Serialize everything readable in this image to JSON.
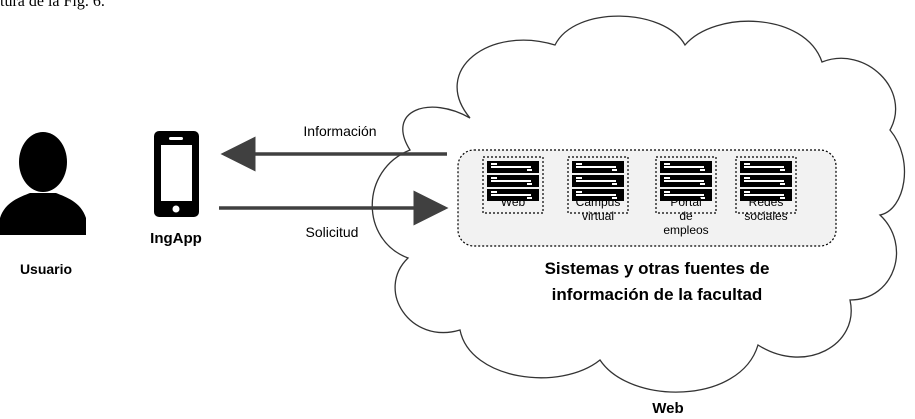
{
  "header_fragment": "tura de la Fig. 6.",
  "user": {
    "label": "Usuario"
  },
  "app": {
    "label": "IngApp"
  },
  "arrows": {
    "top_label": "Información",
    "bottom_label": "Solicitud"
  },
  "systems": [
    {
      "lines": [
        "Web"
      ]
    },
    {
      "lines": [
        "Campus",
        "virtual"
      ]
    },
    {
      "lines": [
        "Portal",
        "de",
        "empleos"
      ]
    },
    {
      "lines": [
        "Redes",
        "sociales"
      ]
    }
  ],
  "group_caption": {
    "line1": "Sistemas y otras fuentes de",
    "line2": "información de la facultad"
  },
  "cloud": {
    "label": "Web"
  },
  "colors": {
    "icon": "#000000",
    "arrow": "#404040",
    "panel_fill": "#f2f2f2",
    "server_accent": "#ffffff"
  }
}
